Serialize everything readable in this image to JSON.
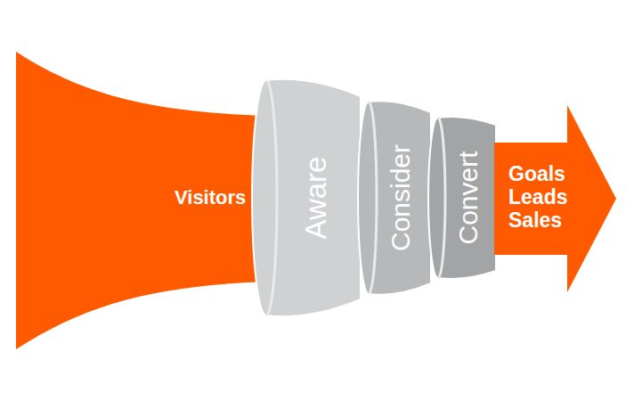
{
  "diagram": {
    "nodes": [
      {
        "text": [
          "Visitors"
        ]
      },
      {
        "text": [
          "Aware"
        ]
      },
      {
        "text": [
          "Consider"
        ]
      },
      {
        "text": [
          "Convert"
        ]
      },
      {
        "text": [
          "Goals Leads Sales"
        ]
      }
    ]
  }
}
